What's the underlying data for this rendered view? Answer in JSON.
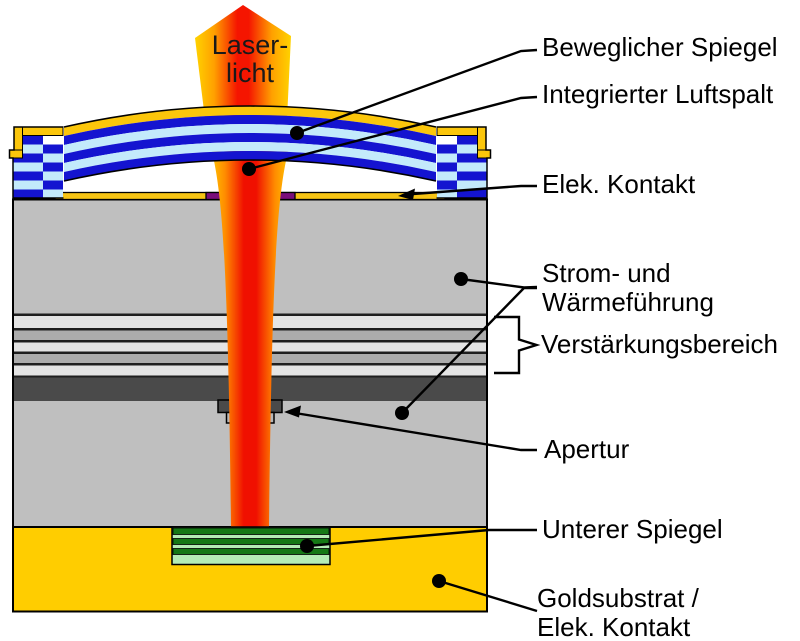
{
  "diagram": {
    "beam_label": {
      "line1": "Laser-",
      "line2": "licht"
    },
    "callouts": {
      "movable_mirror": "Beweglicher Spiegel",
      "air_gap": "Integrierter Luftspalt",
      "top_contact": "Elek. Kontakt",
      "current_heat_line1": "Strom- und",
      "current_heat_line2": "Wärmeführung",
      "gain_region": "Verstärkungsbereich",
      "aperture": "Apertur",
      "lower_mirror": "Unterer Spiegel",
      "substrate_line1": "Goldsubstrat /",
      "substrate_line2": "Elek. Kontakt"
    },
    "colors": {
      "gold_substrate": "#FFCD00",
      "contact_yellow": "#F6C414",
      "mirror_coat_yellow": "#FBC60B",
      "dbr_dark_blue": "#1414D0",
      "dbr_light_blue": "#C3EAFB",
      "tunnel_purple": "#7A0E7A",
      "body_gray": "#BFBFBF",
      "gain_light_gray": "#E4E4E4",
      "gain_mid_gray": "#ACACAC",
      "dark_layer_gray": "#4A4A4A",
      "mirror_dark_green": "#157815",
      "mirror_light_green": "#B5ECB5",
      "beam_red": "#F51500",
      "beam_orange": "#FF9D00",
      "beam_yellow": "#FFD300"
    }
  }
}
